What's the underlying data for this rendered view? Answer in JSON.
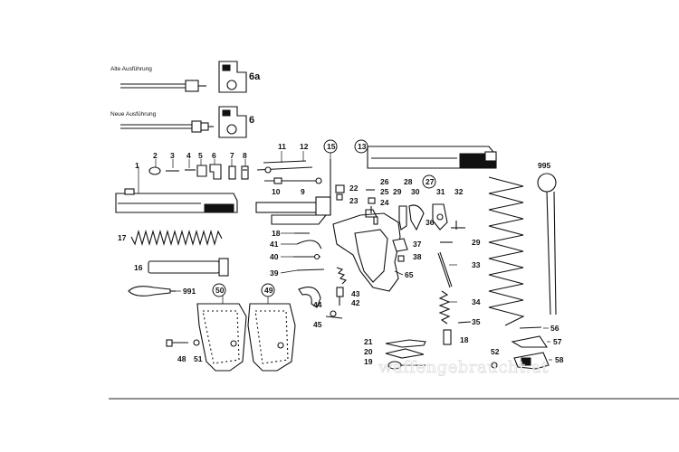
{
  "variants": {
    "old_label": "Alte Ausführung",
    "old_part": "6a",
    "new_label": "Neue Ausführung",
    "new_part": "6"
  },
  "callouts": {
    "p1": "1",
    "p2": "2",
    "p3": "3",
    "p4": "4",
    "p5": "5",
    "p6": "6",
    "p7": "7",
    "p8": "8",
    "p9": "9",
    "p10": "10",
    "p11": "11",
    "p12": "12",
    "p13": "13",
    "p15": "15",
    "p16": "16",
    "p17": "17",
    "p18a": "18",
    "p18b": "18",
    "p19": "19",
    "p20": "20",
    "p21": "21",
    "p22": "22",
    "p23": "23",
    "p24": "24",
    "p25": "25",
    "p26": "26",
    "p27": "27",
    "p28": "28",
    "p29a": "29",
    "p29b": "29",
    "p30": "30",
    "p31": "31",
    "p32": "32",
    "p33": "33",
    "p34": "34",
    "p35": "35",
    "p36": "36",
    "p37": "37",
    "p38": "38",
    "p39": "39",
    "p40": "40",
    "p41": "41",
    "p42": "42",
    "p43": "43",
    "p44": "44",
    "p45": "45",
    "p48": "48",
    "p49": "49",
    "p50": "50",
    "p51": "51",
    "p52": "52",
    "p56": "56",
    "p57": "57",
    "p58": "58",
    "p65": "65",
    "p991": "991",
    "p995": "995"
  },
  "watermark": "waffengebraucht.at"
}
